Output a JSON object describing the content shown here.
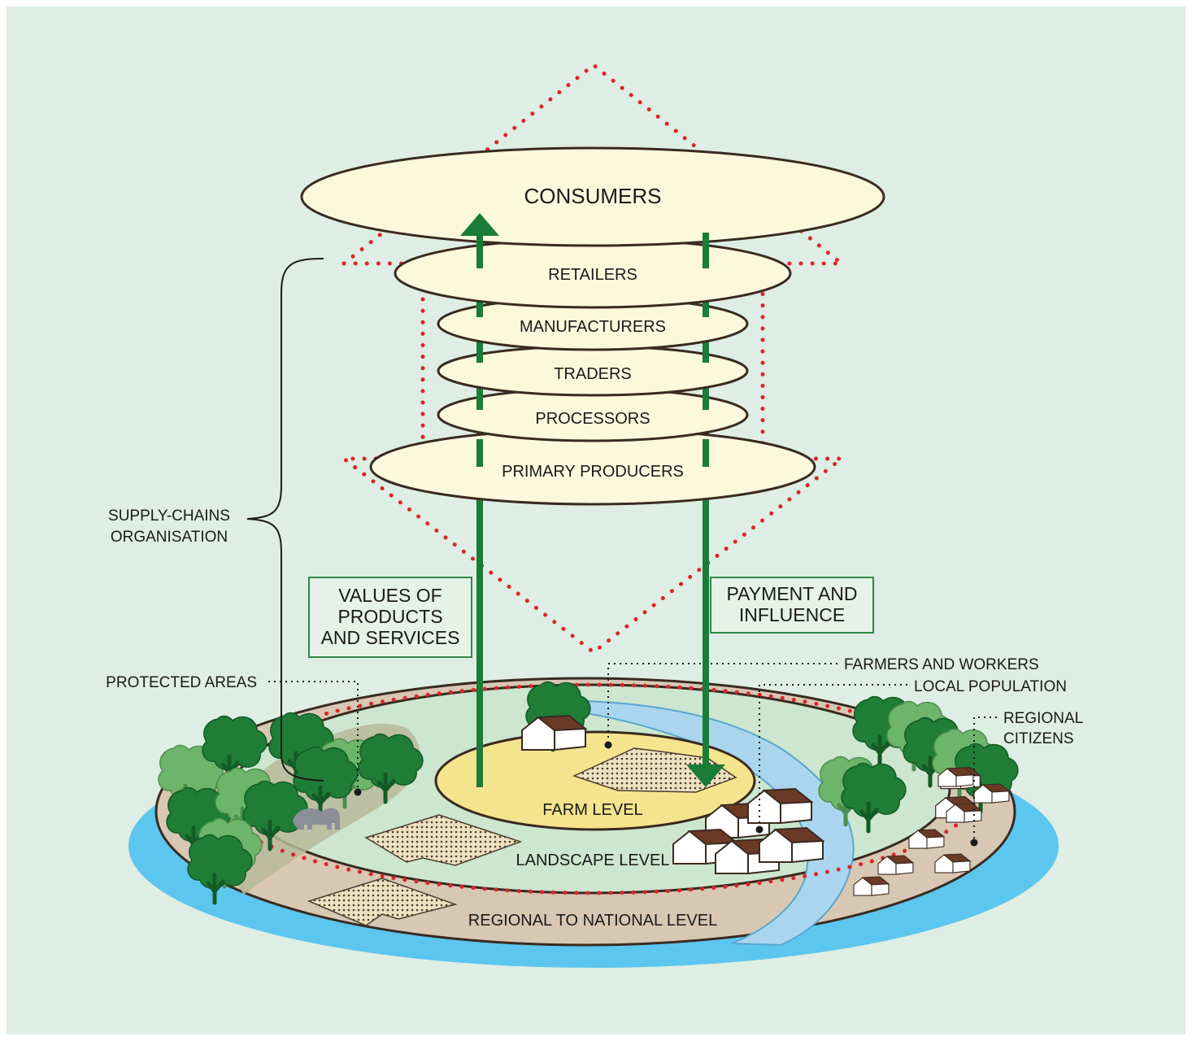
{
  "colors": {
    "background": "#dfeee4",
    "disc_cream": "#fcf8dc",
    "disc_outline": "#3a2a20",
    "arrow_green": "#1b7c38",
    "label_box_fill": "#e5f2e8",
    "label_box_border": "#2e8a45",
    "dotted_red": "#d9262a",
    "water_blue": "#5cc6ee",
    "land_tan": "#d8c7b3",
    "landscape_green": "#cde6cf",
    "farm_yellow": "#f5e48e",
    "tree_dark": "#1f7d36",
    "tree_light": "#6eb56c",
    "house_roof": "#6b3a26"
  },
  "tiers": {
    "consumers": "CONSUMERS",
    "retailers": "RETAILERS",
    "manufacturers": "MANUFACTURERS",
    "traders": "TRADERS",
    "processors": "PROCESSORS",
    "primary_producers": "PRIMARY PRODUCERS"
  },
  "brace_label": {
    "line1": "SUPPLY-CHAINS",
    "line2": "ORGANISATION"
  },
  "flows": {
    "values": [
      "VALUES OF",
      "PRODUCTS",
      "AND SERVICES"
    ],
    "payment": [
      "PAYMENT AND",
      "INFLUENCE"
    ]
  },
  "levels": {
    "farm": "FARM LEVEL",
    "landscape": "LANDSCAPE LEVEL",
    "regional": "REGIONAL TO NATIONAL LEVEL"
  },
  "callouts": {
    "protected_areas": "PROTECTED AREAS",
    "farmers_workers": "FARMERS AND WORKERS",
    "local_population": "LOCAL POPULATION",
    "regional_citizens_1": "REGIONAL",
    "regional_citizens_2": "CITIZENS"
  }
}
